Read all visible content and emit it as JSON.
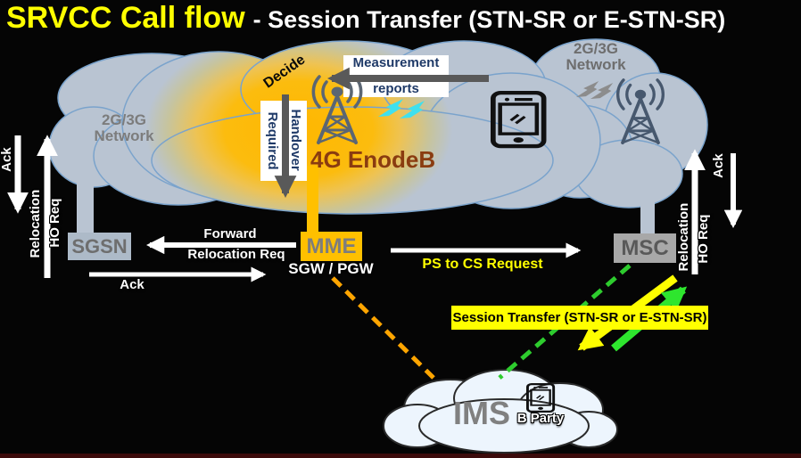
{
  "title": {
    "highlight": "SRVCC Call flow",
    "rest": "- Session Transfer (STN-SR or E-STN-SR)"
  },
  "clouds": {
    "left_label": "2G/3G\nNetwork",
    "right_label": "2G/3G\nNetwork",
    "ims": "IMS",
    "b_party": "B Party"
  },
  "nodes": {
    "sgsn": "SGSN",
    "mme": "MME",
    "sgw_pgw": "SGW / PGW",
    "msc": "MSC",
    "enodeb": "4G EnodeB"
  },
  "labels": {
    "decide": "Decide",
    "measurement_line1": "Measurement",
    "measurement_line2": "reports",
    "handover_line1": "Handover",
    "handover_line2": "Required",
    "forward_line1": "Forward",
    "forward_line2": "Relocation Req",
    "ack": "Ack",
    "relocation": "Relocation",
    "ho_req": "HO Req",
    "ps_to_cs": "PS to CS Request",
    "session_transfer": "Session Transfer (STN-SR or E-STN-SR)"
  },
  "colors": {
    "background": "#000000",
    "title_highlight": "#ffff00",
    "cloud_fill": "#b9c4d2",
    "glow": "#ffb700",
    "mme_box": "#ffc000",
    "sgsn_box": "#adbac8",
    "msc_box": "#a8a8a8",
    "session_transfer_bg": "#ffff00",
    "green_arrow": "#2ee62e",
    "orange_dashed": "#ffa500",
    "gray_arrow": "#595959",
    "enodeb_text": "#8a3c10",
    "cyan_lightning": "#3fe0ee"
  }
}
